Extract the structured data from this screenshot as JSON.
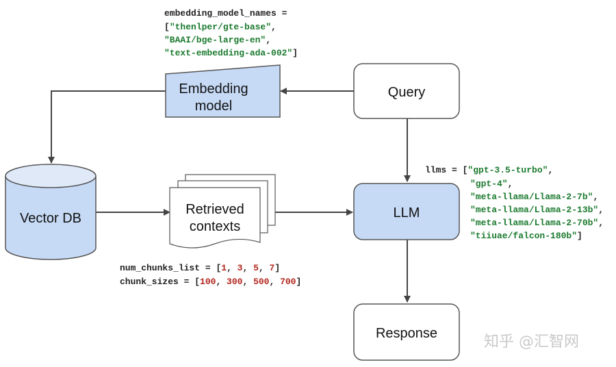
{
  "nodes": {
    "embedding_model": [
      "Embedding",
      "model"
    ],
    "query": "Query",
    "vector_db": "Vector DB",
    "retrieved_contexts": [
      "Retrieved",
      "contexts"
    ],
    "llm": "LLM",
    "response": "Response"
  },
  "annotations": {
    "embedding": {
      "var": "embedding_model_names = ",
      "items": [
        "\"thenlper/gte-base\"",
        "\"BAAI/bge-large-en\"",
        "\"text-embedding-ada-002\""
      ]
    },
    "llms": {
      "var": "llms = ",
      "items": [
        "\"gpt-3.5-turbo\"",
        "\"gpt-4\"",
        "\"meta-llama/Llama-2-7b\"",
        "\"meta-llama/Llama-2-13b\"",
        "\"meta-llama/Llama-2-70b\"",
        "\"tiiuae/falcon-180b\""
      ]
    },
    "chunks": {
      "num_chunks_var": "num_chunks_list = ",
      "num_chunks": [
        "1",
        "3",
        "5",
        "7"
      ],
      "chunk_sizes_var": "chunk_sizes = ",
      "chunk_sizes": [
        "100",
        "300",
        "500",
        "700"
      ]
    }
  },
  "watermark": "知乎 @汇智网",
  "colors": {
    "blue_fill": "#c6daf6",
    "node_stroke": "#555555",
    "arrow": "#444444",
    "string": "#1b7a2e",
    "number": "#b3261e"
  }
}
